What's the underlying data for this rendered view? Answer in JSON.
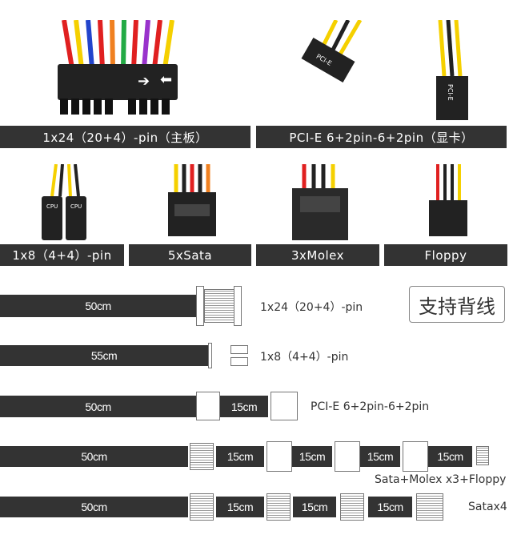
{
  "top_row": [
    {
      "label": "1x24（20+4）-pin（主板）"
    },
    {
      "label": "PCI-E 6+2pin-6+2pin（显卡）",
      "photo_texts": [
        "PCI-E",
        "PCI-E"
      ]
    }
  ],
  "second_row": [
    {
      "label": "1x8（4+4）-pin",
      "photo_texts": [
        "CPU",
        "CPU"
      ]
    },
    {
      "label": "5xSata"
    },
    {
      "label": "3xMolex"
    },
    {
      "label": "Floppy"
    }
  ],
  "badge": "支持背线",
  "cables": [
    {
      "name": "1x24（20+4）-pin",
      "segments": [
        "50cm"
      ]
    },
    {
      "name": "1x8（4+4）-pin",
      "segments": [
        "55cm"
      ]
    },
    {
      "name": "PCI-E 6+2pin-6+2pin",
      "segments": [
        "50cm",
        "15cm"
      ]
    },
    {
      "name": "Sata+Molex x3+Floppy",
      "segments": [
        "50cm",
        "15cm",
        "15cm",
        "15cm",
        "15cm"
      ]
    },
    {
      "name": "Satax4",
      "segments": [
        "50cm",
        "15cm",
        "15cm",
        "15cm"
      ]
    }
  ]
}
